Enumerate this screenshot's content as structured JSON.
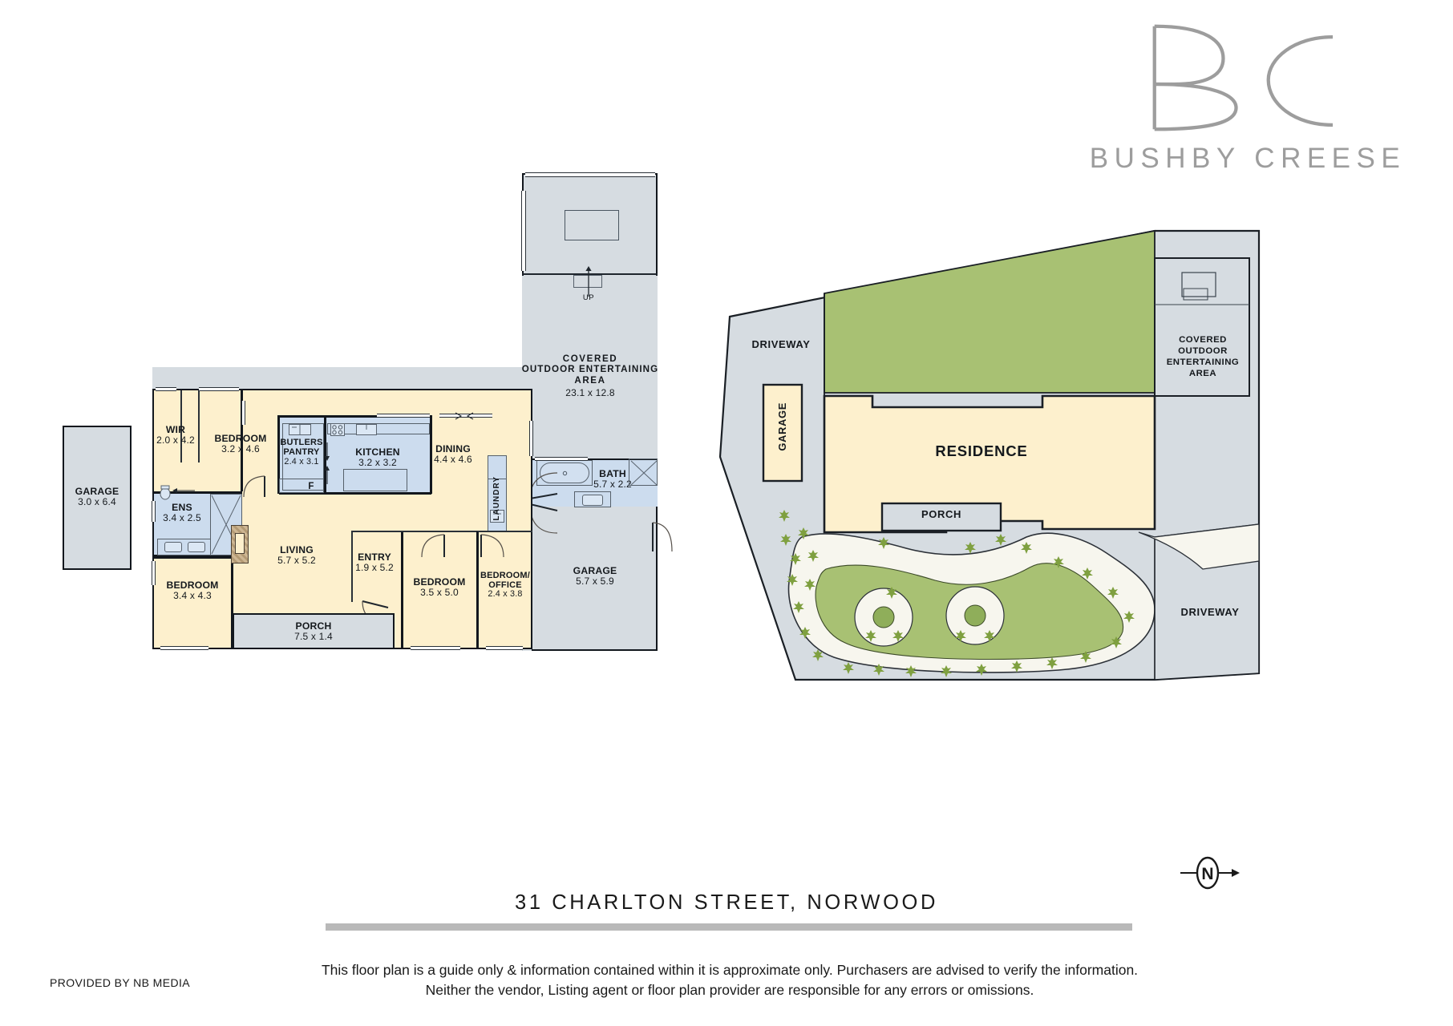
{
  "brand": {
    "monogram": "BC",
    "name": "BUSHBY CREESE"
  },
  "footer": {
    "address": "31 CHARLTON STREET, NORWOOD",
    "provided_by": "PROVIDED BY NB MEDIA",
    "disclaimer_line1": "This floor plan is a guide only & information contained within it is approximate only. Purchasers are advised to verify the information.",
    "disclaimer_line2": "Neither the vendor, Listing agent or floor plan provider are responsible for any errors or omissions."
  },
  "compass": {
    "label": "N"
  },
  "colors": {
    "living_fill": "#fdf0cd",
    "service_fill": "#ccdcee",
    "outdoor_fill": "#d6dce1",
    "lawn_fill": "#a8c173",
    "wall": "#12171d",
    "brand_grey": "#9d9d9d",
    "rule_grey": "#b9b9b9"
  },
  "floorplan": {
    "rooms": [
      {
        "name": "GARAGE",
        "dims": "3.0 x 6.4"
      },
      {
        "name": "WIR",
        "dims": "2.0 x 4.2"
      },
      {
        "name": "BEDROOM",
        "dims": "3.2 x 4.6"
      },
      {
        "name": "ENS",
        "dims": "3.4 x 2.5"
      },
      {
        "name": "BEDROOM",
        "dims": "3.4 x 4.3"
      },
      {
        "name": "BUTLERS PANTRY",
        "dims": "2.4 x 3.1",
        "name_line1": "BUTLERS",
        "name_line2": "PANTRY"
      },
      {
        "name": "KITCHEN",
        "dims": "3.2 x 3.2"
      },
      {
        "name": "DINING",
        "dims": "4.4 x 4.6"
      },
      {
        "name": "LIVING",
        "dims": "5.7 x 5.2"
      },
      {
        "name": "ENTRY",
        "dims": "1.9 x 5.2"
      },
      {
        "name": "BEDROOM",
        "dims": "3.5 x 5.0"
      },
      {
        "name": "BEDROOM/OFFICE",
        "dims": "2.4 x 3.8",
        "name_line1": "BEDROOM/",
        "name_line2": "OFFICE"
      },
      {
        "name": "PORCH",
        "dims": "7.5 x 1.4"
      },
      {
        "name": "BATH",
        "dims": "5.7 x 2.2"
      },
      {
        "name": "GARAGE",
        "dims": "5.7 x 5.9"
      },
      {
        "name": "COVERED OUTDOOR ENTERTAINING AREA",
        "dims": "23.1 x 12.8",
        "name_line1": "COVERED",
        "name_line2": "OUTDOOR ENTERTAINING",
        "name_line3": "AREA"
      }
    ],
    "annotations": {
      "stairs_up": "UP",
      "laundry": "LAUNDRY",
      "fridge": "F"
    }
  },
  "siteplan": {
    "labels": {
      "driveway_top": "DRIVEWAY",
      "driveway_bottom": "DRIVEWAY",
      "garage": "GARAGE",
      "residence": "RESIDENCE",
      "porch": "PORCH",
      "covered_l1": "COVERED",
      "covered_l2": "OUTDOOR",
      "covered_l3": "ENTERTAINING",
      "covered_l4": "AREA"
    }
  }
}
